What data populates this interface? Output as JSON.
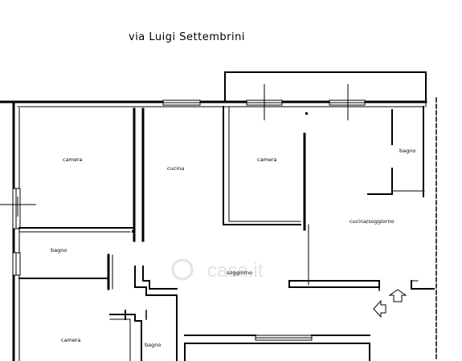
{
  "street": "via Luigi Settembrini",
  "rooms": {
    "camera_top_left": "camera",
    "cucina": "cucina",
    "camera_top_mid": "camera",
    "bagno_top_right": "bagno",
    "cucina_soggiorno": "cucina/soggiorno",
    "bagno_left": "bagno",
    "soggiorno": "soggiorno",
    "camera_bottom_left": "camera",
    "bagno_bottom": "bagno"
  },
  "watermark": "casa.it",
  "colors": {
    "ink": "#000000",
    "watermark": "#d9d9d9",
    "background": "#ffffff"
  }
}
